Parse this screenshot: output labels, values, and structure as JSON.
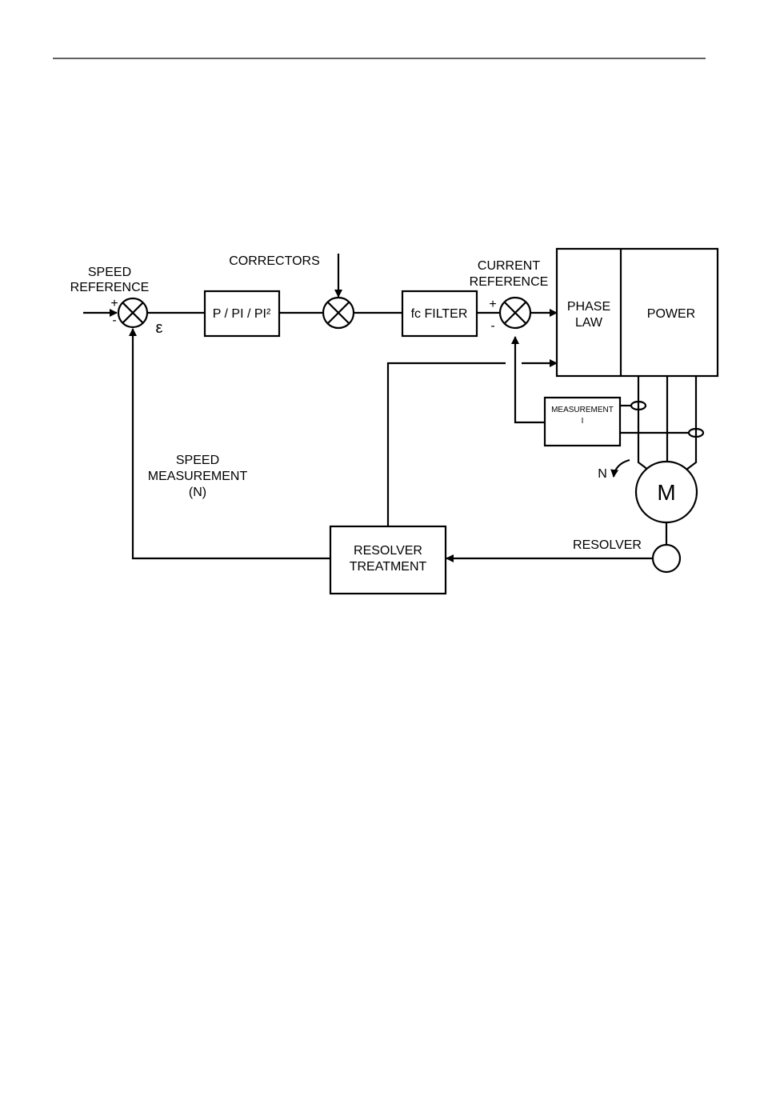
{
  "labels": {
    "speed_reference_1": "SPEED",
    "speed_reference_2": "REFERENCE",
    "plus": "+",
    "minus": "-",
    "epsilon": "ε",
    "correctors": "CORRECTORS",
    "current_reference_1": "CURRENT",
    "current_reference_2": "REFERENCE",
    "speed_measurement_1": "SPEED",
    "speed_measurement_2": "MEASUREMENT",
    "speed_measurement_3": "(N)",
    "resolver": "RESOLVER",
    "n_rotation": "N"
  },
  "blocks": {
    "pi": "P / PI / PI²",
    "filter": "fc FILTER",
    "phase_law_1": "PHASE",
    "phase_law_2": "LAW",
    "power": "POWER",
    "measurement_1": "MEASUREMENT",
    "measurement_2": "I",
    "resolver_treatment_1": "RESOLVER",
    "resolver_treatment_2": "TREATMENT",
    "motor": "M"
  }
}
